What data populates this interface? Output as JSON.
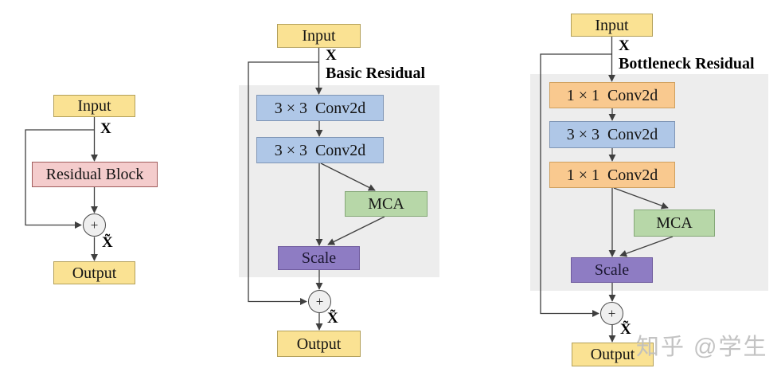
{
  "watermark": "知乎 @学生",
  "plus": "+",
  "colors": {
    "yellow_box": "#FAE293",
    "pink_box": "#F4CCCC",
    "blue_box": "#AFC7E7",
    "orange_box": "#F9C98F",
    "green_box": "#B7D7A8",
    "purple_box": "#8E7CC3",
    "panel_gray": "#EDEDED",
    "wire": "#3F3F3F"
  },
  "diagrams": {
    "plain": {
      "input": "Input",
      "x": "X",
      "residual_block": "Residual Block",
      "x_tilde": "X̃",
      "output": "Output"
    },
    "basic": {
      "title": "Basic Residual",
      "input": "Input",
      "x": "X",
      "conv1": "3 × 3  Conv2d",
      "conv2": "3 × 3  Conv2d",
      "mca": "MCA",
      "scale": "Scale",
      "x_tilde": "X̃",
      "output": "Output"
    },
    "bottleneck": {
      "title": "Bottleneck Residual",
      "input": "Input",
      "x": "X",
      "conv1": "1 × 1  Conv2d",
      "conv2": "3 × 3  Conv2d",
      "conv3": "1 × 1  Conv2d",
      "mca": "MCA",
      "scale": "Scale",
      "x_tilde": "X̃",
      "output": "Output"
    }
  }
}
